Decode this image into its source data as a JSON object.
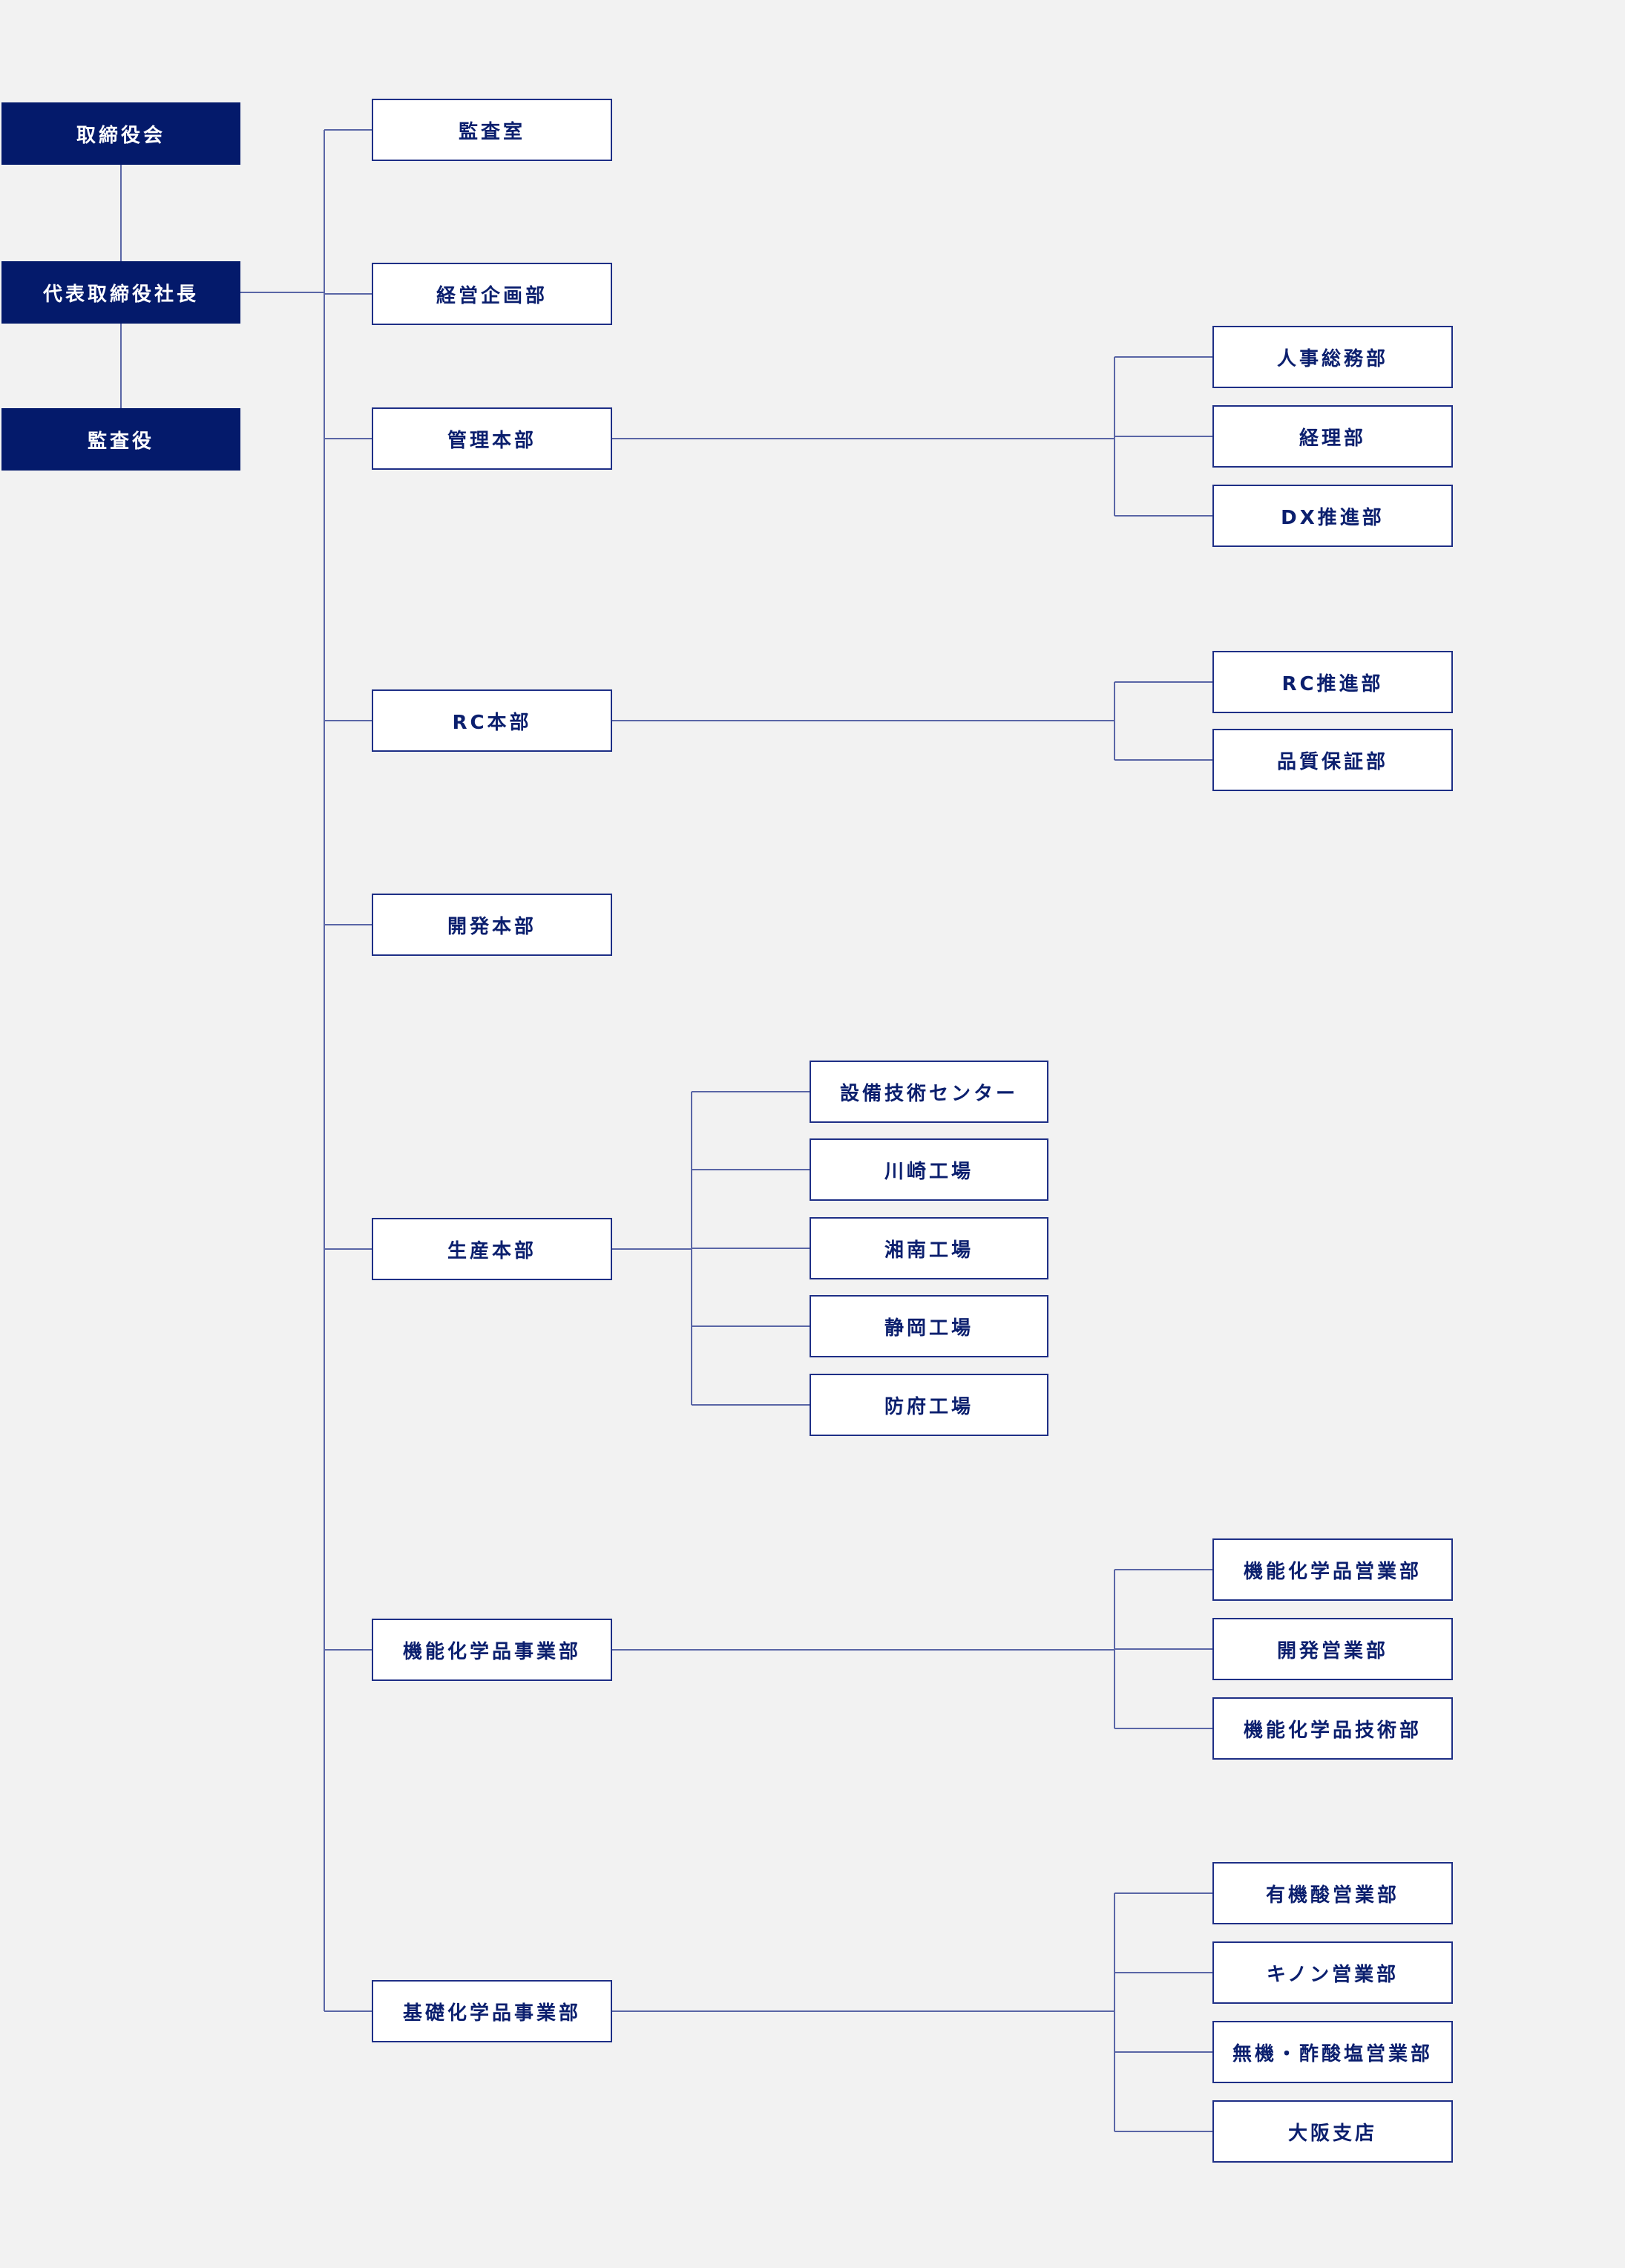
{
  "colors": {
    "background": "#f2f2f2",
    "dark_box": "#041a6b",
    "box_border": "#1e2f86",
    "box_text": "#0b1f6e",
    "line": "#5a66a6"
  },
  "executive": {
    "board": "取締役会",
    "president": "代表取締役社長",
    "auditor": "監査役"
  },
  "divisions": [
    {
      "label": "監査室",
      "children": []
    },
    {
      "label": "経営企画部",
      "children": []
    },
    {
      "label": "管理本部",
      "children": [
        "人事総務部",
        "経理部",
        "DX推進部"
      ]
    },
    {
      "label": "RC本部",
      "children": [
        "RC推進部",
        "品質保証部"
      ]
    },
    {
      "label": "開発本部",
      "children": []
    },
    {
      "label": "生産本部",
      "children": [
        "設備技術センター",
        "川崎工場",
        "湘南工場",
        "静岡工場",
        "防府工場"
      ]
    },
    {
      "label": "機能化学品事業部",
      "children": [
        "機能化学品営業部",
        "開発営業部",
        "機能化学品技術部"
      ]
    },
    {
      "label": "基礎化学品事業部",
      "children": [
        "有機酸営業部",
        "キノン営業部",
        "無機・酢酸塩営業部",
        "大阪支店"
      ]
    }
  ]
}
